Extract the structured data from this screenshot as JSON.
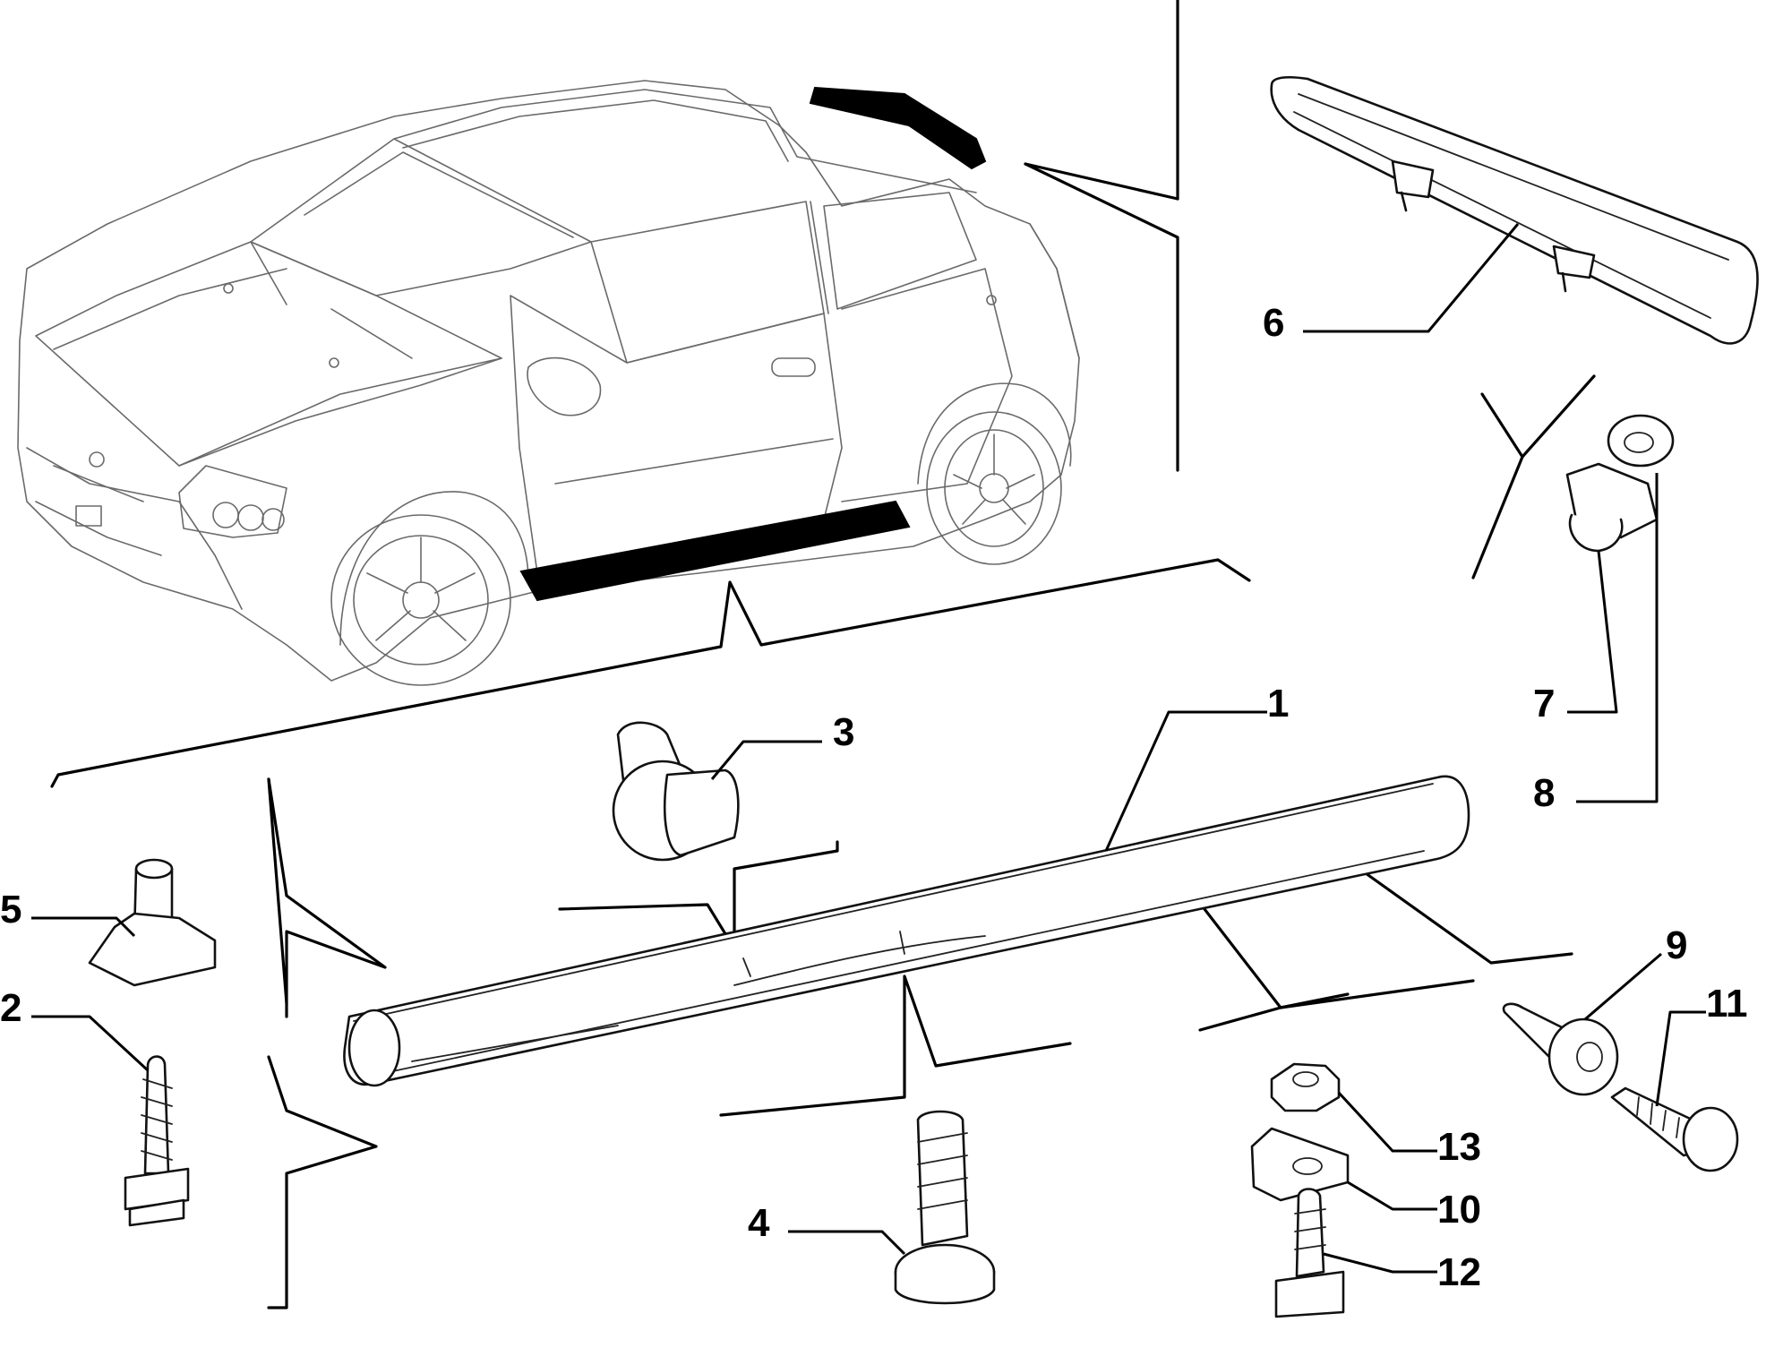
{
  "diagram": {
    "callouts": [
      {
        "id": "1",
        "label": "1"
      },
      {
        "id": "2",
        "label": "2"
      },
      {
        "id": "3",
        "label": "3"
      },
      {
        "id": "4",
        "label": "4"
      },
      {
        "id": "5",
        "label": "5"
      },
      {
        "id": "6",
        "label": "6"
      },
      {
        "id": "7",
        "label": "7"
      },
      {
        "id": "8",
        "label": "8"
      },
      {
        "id": "9",
        "label": "9"
      },
      {
        "id": "10",
        "label": "10"
      },
      {
        "id": "11",
        "label": "11"
      },
      {
        "id": "12",
        "label": "12"
      },
      {
        "id": "13",
        "label": "13"
      }
    ],
    "colors": {
      "line": "#000000",
      "car_outline": "#6a6a6a",
      "highlight": "#000000",
      "background": "#ffffff"
    }
  }
}
